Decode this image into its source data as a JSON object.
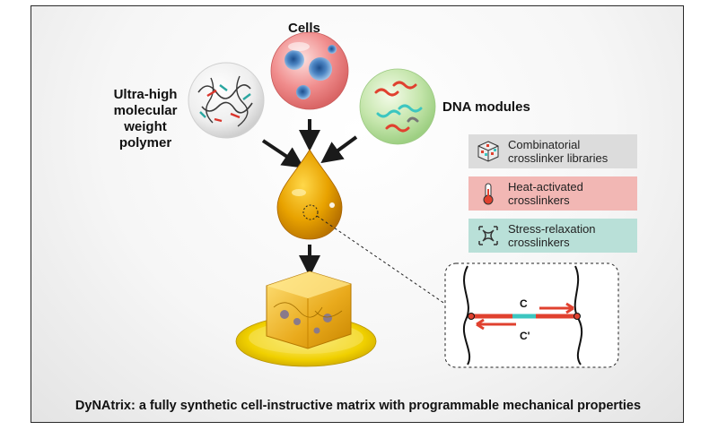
{
  "labels": {
    "cells": "Cells",
    "polymer_line1": "Ultra-high",
    "polymer_line2": "molecular",
    "polymer_line3": "weight polymer",
    "dna_modules": "DNA modules"
  },
  "legend": [
    {
      "line1": "Combinatorial",
      "line2": "crosslinker libraries",
      "bg": "#dcdcdc",
      "icon": "cube-icon"
    },
    {
      "line1": "Heat-activated",
      "line2": "crosslinkers",
      "bg": "#f2b7b4",
      "icon": "thermometer-icon"
    },
    {
      "line1": "Stress-relaxation",
      "line2": "crosslinkers",
      "bg": "#b9e0d8",
      "icon": "stretch-arrows-icon"
    }
  ],
  "inset": {
    "strand_top": "C",
    "strand_bottom": "C'"
  },
  "caption": "DyNAtrix: a fully synthetic cell-instructive matrix with programmable mechanical properties",
  "colors": {
    "droplet": "#e7a100",
    "cells_sphere": "#f08c8c",
    "dna_sphere": "#bfe3a6",
    "polymer_sphere": "#f2f2f2",
    "strand_red": "#e0412f",
    "strand_teal": "#3cc6c0"
  }
}
